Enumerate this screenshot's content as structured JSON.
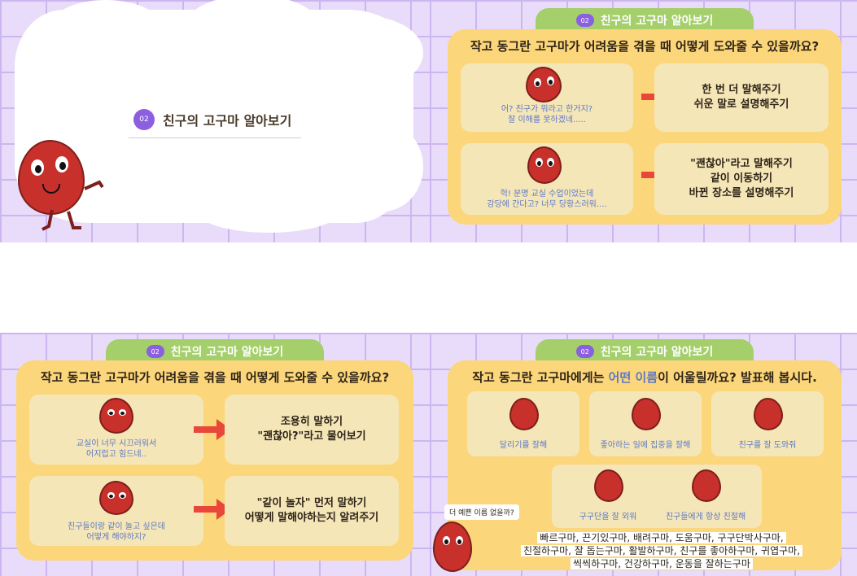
{
  "section_num": "02",
  "section_title": "친구의 고구마 알아보기",
  "slide2": {
    "question": "작고 동그란 고구마가 어려움을 겪을 때 어떻게 도와줄 수 있을까요?",
    "rows": [
      {
        "caption1": "어? 친구가 뭐라고 한거지?",
        "caption2": "잘 이해를 못하겠네.....",
        "answer1": "한 번 더 말해주기",
        "answer2": "쉬운 말로 설명해주기",
        "answer3": ""
      },
      {
        "caption1": "헉! 분명 교실 수업이었는데",
        "caption2": "강당에 간다고? 너무 당황스러워....",
        "answer1": "\"괜찮아\"라고 말해주기",
        "answer2": "같이 이동하기",
        "answer3": "바뀐 장소를 설명해주기"
      }
    ]
  },
  "slide3": {
    "question": "작고 동그란 고구마가 어려움을 겪을 때 어떻게 도와줄 수 있을까요?",
    "rows": [
      {
        "caption1": "교실이 너무 시끄러워서",
        "caption2": "어지럽고 힘드네..",
        "answer1": "조용히 말하기",
        "answer2": "\"괜찮아?\"라고 물어보기"
      },
      {
        "caption1": "친구들이랑 같이 놀고 싶은데",
        "caption2": "어떻게 해야하지?",
        "answer1": "\"같이 놀자\" 먼저 말하기",
        "answer2": "어떻게 말해야하는지 알려주기"
      }
    ]
  },
  "slide4": {
    "question_part1": "작고 동그란 고구마에게는 ",
    "question_highlight": "어떤 이름",
    "question_part2": "이 어울릴까요? 발표해 봅시다.",
    "traits": [
      "달리기를 잘해",
      "좋아하는 일에 집중을 잘해",
      "친구를 잘 도와줘",
      "구구단을 잘 외워",
      "친구들에게 항상 친절해"
    ],
    "speech": "더 예쁜 이름 없을까?",
    "names_line1": "빠르구마, 끈기있구마, 배려구마, 도움구마, 구구단박사구마,",
    "names_line2": "친절하구마, 잘 돕는구마, 활발하구마, 친구를 좋아하구마, 귀엽구마,",
    "names_line3": "씩씩하구마, 건강하구마, 운동을 잘하는구마"
  },
  "colors": {
    "purple_bg": "#e9dcfa",
    "yellow": "#fcd67a",
    "green_tab": "#a4cf6a",
    "badge": "#8b5fe0",
    "arrow": "#e8473a",
    "caption_blue": "#5b78c6"
  }
}
